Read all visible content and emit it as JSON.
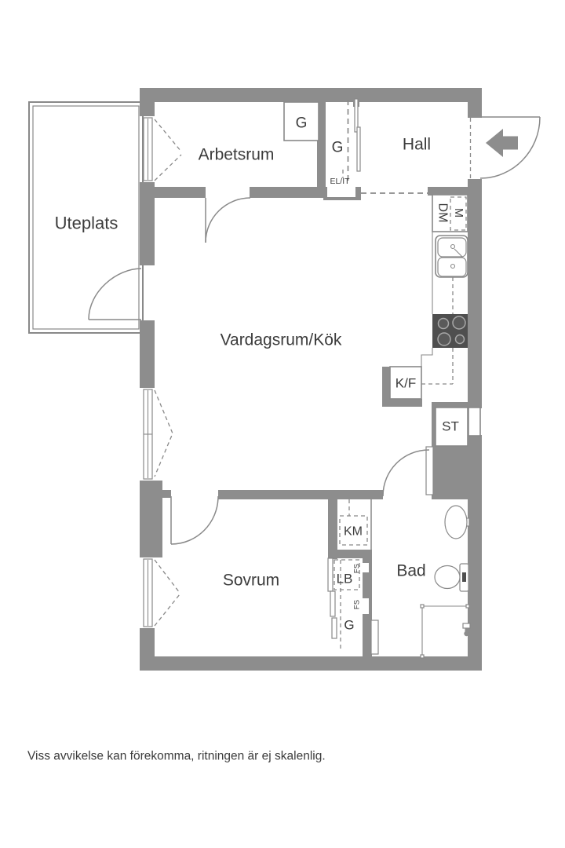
{
  "floorplan": {
    "labels": {
      "uteplats": "Uteplats",
      "arbetsrum": "Arbetsrum",
      "hall": "Hall",
      "vardagsrum_kok": "Vardagsrum/Kök",
      "sovrum": "Sovrum",
      "bad": "Bad",
      "g_arbetsrum": "G",
      "g_hall": "G",
      "el_it": "EL/IT",
      "dm": "DM",
      "m": "M",
      "kf": "K/F",
      "st": "ST",
      "km": "KM",
      "lb": "LB",
      "fs_upper": "FS",
      "fs_lower": "FS",
      "g_closet": "G"
    },
    "colors": {
      "wall": "#8d8d8d",
      "line": "#898989",
      "stove": "#4f4f4f",
      "text": "#3c3c3c",
      "background": "#ffffff"
    },
    "footer": "Viss avvikelse kan förekomma, ritningen är ej skalenlig."
  }
}
